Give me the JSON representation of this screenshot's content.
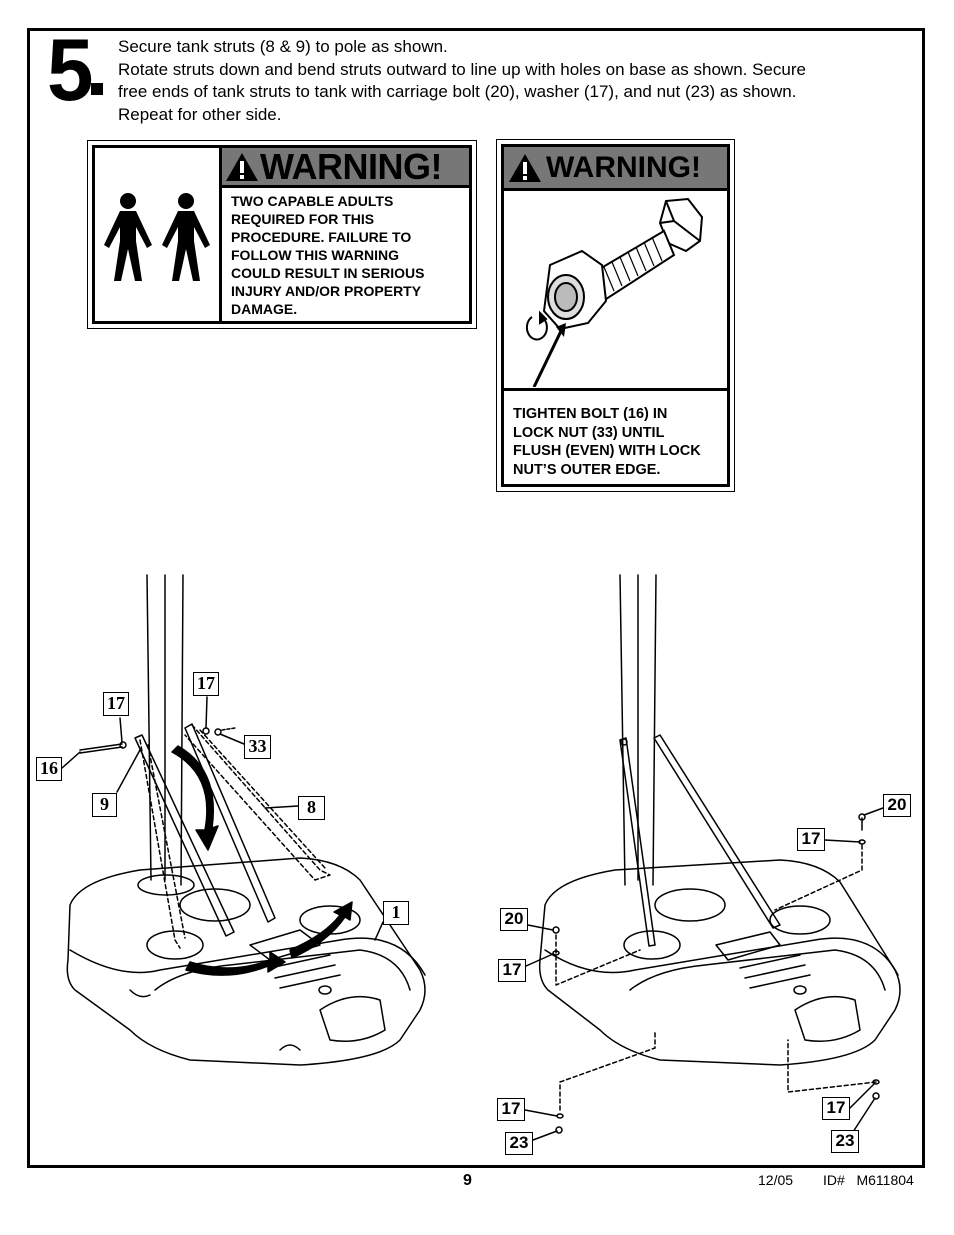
{
  "step": {
    "number": "5",
    "lines": [
      "Secure tank struts (8 & 9) to pole as shown.",
      "Rotate struts down and bend struts outward to line up with holes on base as shown. Secure",
      "free ends of tank struts to tank with carriage bolt (20), washer (17), and nut (23) as shown.",
      "Repeat for other side."
    ]
  },
  "warning_left": {
    "title": "WARNING!",
    "icon": "two-adults-icon",
    "lines": [
      "TWO CAPABLE ADULTS",
      "REQUIRED FOR THIS",
      "PROCEDURE.  FAILURE TO",
      "FOLLOW THIS WARNING",
      "COULD RESULT IN SERIOUS",
      "INJURY AND/OR PROPERTY",
      "DAMAGE."
    ]
  },
  "warning_right": {
    "title": "WARNING!",
    "icon": "bolt-lock-nut-icon",
    "lines": [
      "TIGHTEN BOLT (16) IN",
      "LOCK NUT (33) UNTIL",
      "FLUSH (EVEN) WITH LOCK",
      "NUT’S OUTER EDGE."
    ]
  },
  "left_figure": {
    "callouts": [
      "17",
      "17",
      "33",
      "16",
      "9",
      "8",
      "1"
    ]
  },
  "right_figure": {
    "callouts": [
      "20",
      "17",
      "20",
      "17",
      "17",
      "23",
      "17",
      "23"
    ]
  },
  "footer": {
    "page": "9",
    "date": "12/05",
    "id_label": "ID#",
    "id_value": "M611804"
  },
  "colors": {
    "warning_header": "#777777",
    "ink": "#000000"
  }
}
